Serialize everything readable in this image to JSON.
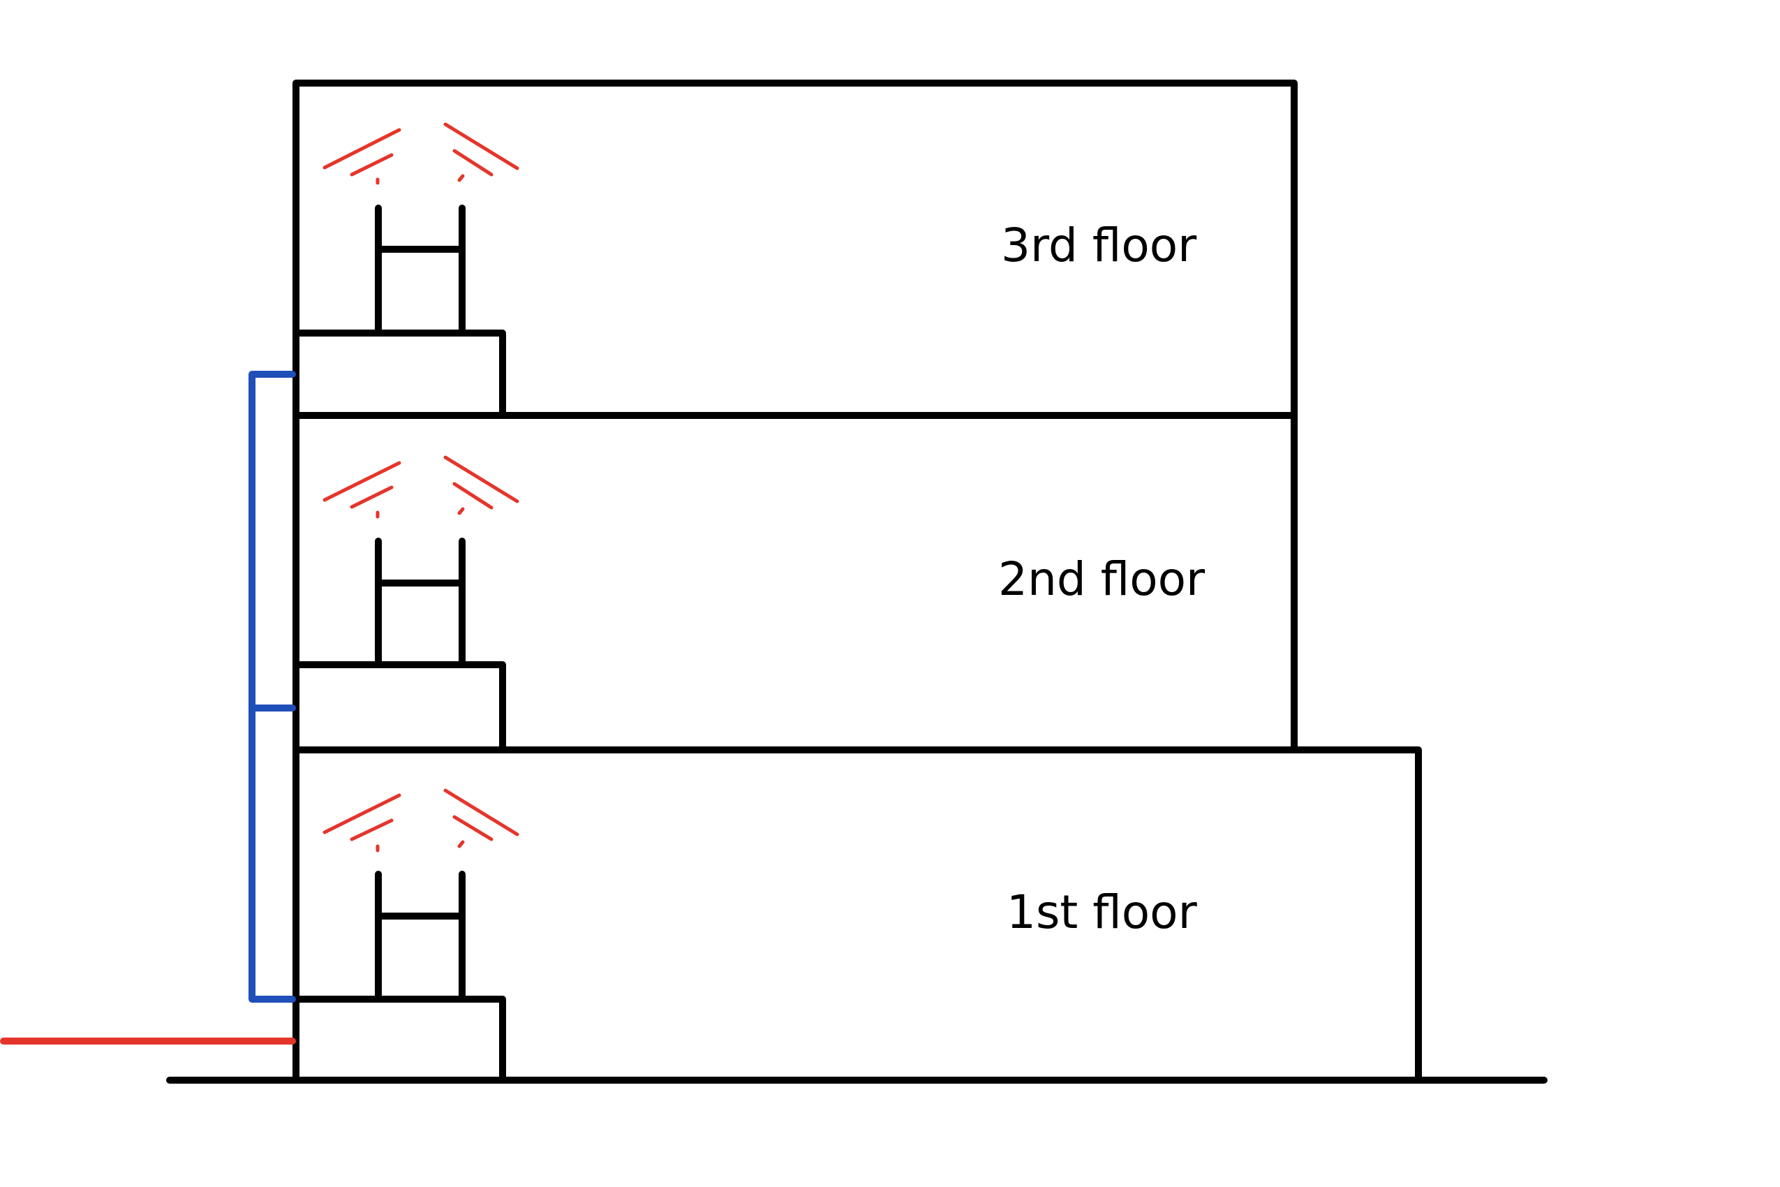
{
  "diagram": {
    "floors": [
      {
        "id": "floor-3",
        "label": "3rd floor"
      },
      {
        "id": "floor-2",
        "label": "2nd floor"
      },
      {
        "id": "floor-1",
        "label": "1st floor"
      }
    ],
    "colors": {
      "structure": "#000000",
      "connecting_cable": "#1f4fb8",
      "incoming_line": "#e5352b",
      "wireless_signal": "#e5352b"
    },
    "icons": {
      "router": "wifi-router-icon",
      "signal": "wireless-signal-icon"
    }
  }
}
